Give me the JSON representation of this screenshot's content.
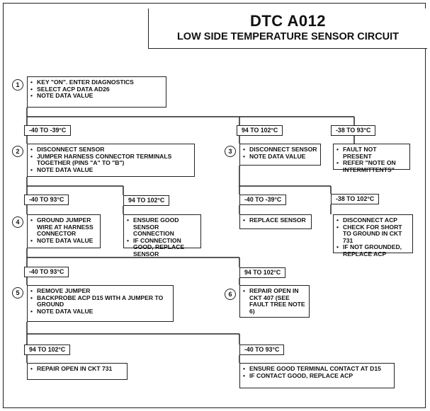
{
  "title": {
    "code": "DTC A012",
    "subtitle": "LOW SIDE TEMPERATURE SENSOR CIRCUIT"
  },
  "steps": [
    {
      "number": "1",
      "lines": [
        "KEY \"ON\". ENTER DIAGNOSTICS",
        "SELECT ACP DATA AD26",
        "NOTE DATA VALUE"
      ]
    },
    {
      "number": "2",
      "lines": [
        "DISCONNECT SENSOR",
        "JUMPER HARNESS CONNECTOR TERMINALS TOGETHER (PINS \"A\" TO \"B\")",
        "NOTE DATA VALUE"
      ]
    },
    {
      "number": "3",
      "lines": [
        "DISCONNECT SENSOR",
        "NOTE DATA VALUE"
      ]
    },
    {
      "number": "4",
      "lines": [
        "GROUND JUMPER WIRE AT HARNESS CONNECTOR",
        "NOTE DATA VALUE"
      ]
    },
    {
      "number": "5",
      "lines": [
        "REMOVE JUMPER",
        "BACKPROBE ACP D15 WITH A JUMPER TO GROUND",
        "NOTE DATA VALUE"
      ]
    },
    {
      "number": "6",
      "lines": [
        "REPAIR OPEN IN CKT 407 (SEE FAULT TREE NOTE 6)"
      ]
    }
  ],
  "results": [
    {
      "id": "fault-not-present",
      "lines": [
        "FAULT NOT PRESENT",
        "REFER \"NOTE ON INTERMITTENTS\""
      ]
    },
    {
      "id": "ensure-sensor-connection",
      "lines": [
        "ENSURE GOOD SENSOR CONNECTION",
        "IF CONNECTION GOOD, REPLACE SENSOR"
      ]
    },
    {
      "id": "replace-sensor",
      "lines": [
        "REPLACE SENSOR"
      ]
    },
    {
      "id": "disconnect-acp",
      "lines": [
        "DISCONNECT ACP",
        "CHECK FOR SHORT TO GROUND IN CKT 731",
        "IF NOT GROUNDED, REPLACE ACP"
      ]
    },
    {
      "id": "repair-ckt-731",
      "lines": [
        "REPAIR OPEN IN CKT 731"
      ]
    },
    {
      "id": "ensure-terminal-contact",
      "lines": [
        "ENSURE GOOD TERMINAL CONTACT AT D15",
        "IF CONTACT GOOD, REPLACE ACP"
      ]
    }
  ],
  "conditions": [
    {
      "id": "s1-low",
      "text": "-40 TO -39°C"
    },
    {
      "id": "s1-mid",
      "text": "94 TO 102°C"
    },
    {
      "id": "s1-high",
      "text": "-38 TO 93°C"
    },
    {
      "id": "s2-low",
      "text": "-40 TO 93°C"
    },
    {
      "id": "s2-high",
      "text": "94 TO 102°C"
    },
    {
      "id": "s3-low",
      "text": "-40 TO -39°C"
    },
    {
      "id": "s3-high",
      "text": "-38 TO 102°C"
    },
    {
      "id": "s4-low",
      "text": "-40 TO 93°C"
    },
    {
      "id": "s4-high",
      "text": "94 TO 102°C"
    },
    {
      "id": "s5-high",
      "text": "94 TO 102°C"
    },
    {
      "id": "s5-low",
      "text": "-40 TO 93°C"
    }
  ]
}
